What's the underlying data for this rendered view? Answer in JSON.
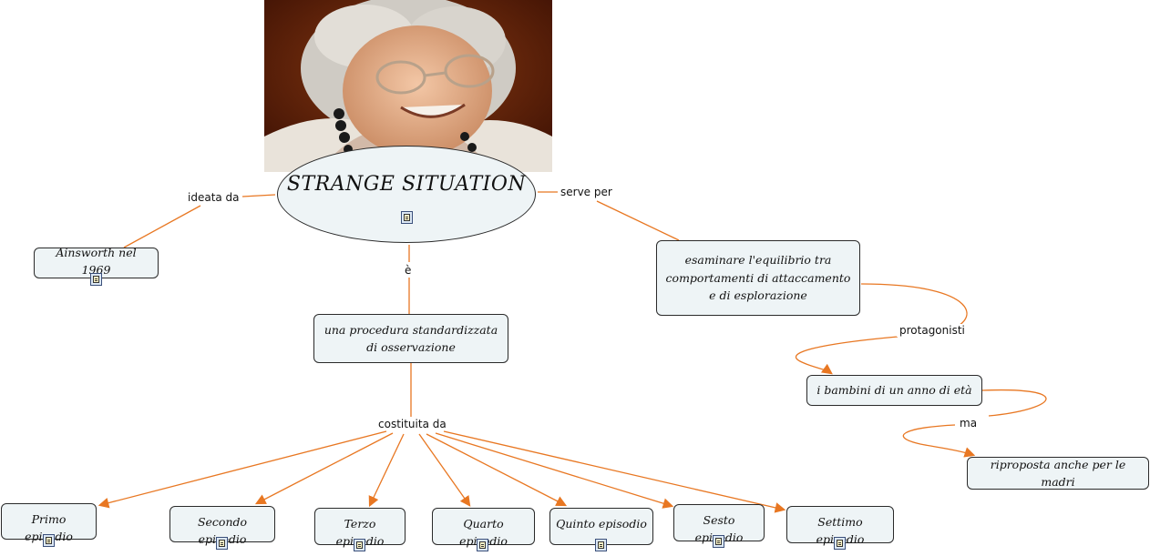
{
  "colors": {
    "link": "#e87722",
    "node_fill": "#eef4f6",
    "node_border": "#2a2a2a"
  },
  "photo": {
    "icon": "portrait-photo",
    "description_visible": false
  },
  "main_concept": {
    "label": "STRANGE SITUATION",
    "icon": "document-icon"
  },
  "links": {
    "ideata_da": "ideata da",
    "serve_per": "serve per",
    "e": "è",
    "costituita_da": "costituita da",
    "protagonisti": "protagonisti",
    "ma": "ma"
  },
  "nodes": {
    "ainsworth": "Ainsworth nel 1969",
    "procedura_1": "una procedura standardizzata",
    "procedura_2": "di osservazione",
    "esaminare_1": "esaminare l'equilibrio tra",
    "esaminare_2": "comportamenti di attaccamento",
    "esaminare_3": "e di esplorazione",
    "bambini": "i bambini di un anno di età",
    "riproposta": "riproposta anche per le madri"
  },
  "episodes": [
    "Primo episodio",
    "Secondo episodio",
    "Terzo episodio",
    "Quarto episodio",
    "Quinto episodio",
    "Sesto episodio",
    "Settimo episodio"
  ]
}
